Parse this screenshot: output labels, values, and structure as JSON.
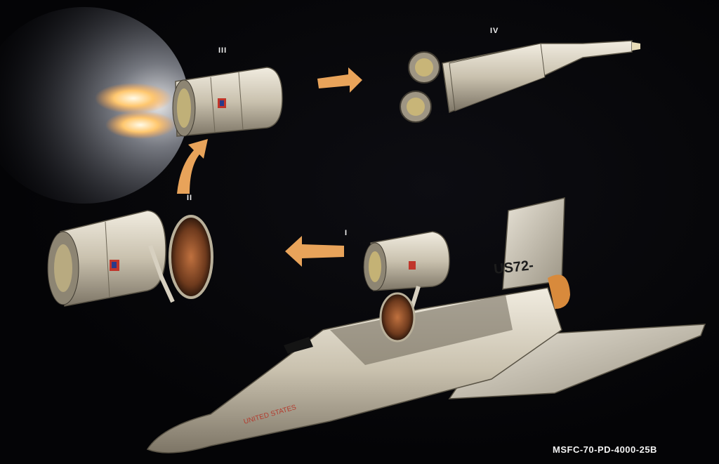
{
  "stage_labels": {
    "stage_i": "I",
    "stage_ii": "II",
    "stage_iii": "III",
    "stage_iv": "IV"
  },
  "orbiter": {
    "tail_marking": "US72-",
    "fuselage_marking": "UNITED STATES"
  },
  "caption": "MSFC-70-PD-4000-25B",
  "colors": {
    "background": "#050505",
    "arrow": "#e8a35a",
    "hull": "#d9d2c2",
    "engine_glow": "#ffb347"
  }
}
